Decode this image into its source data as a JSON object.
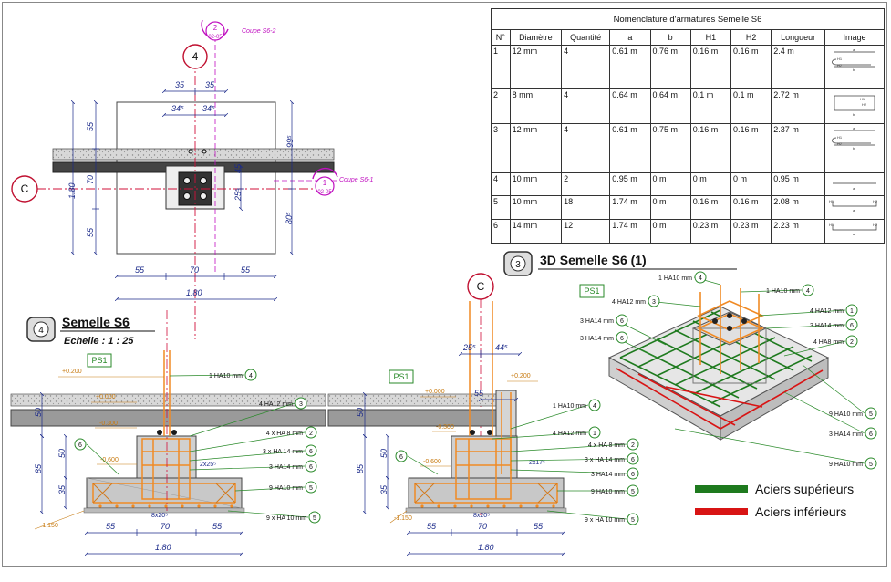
{
  "table": {
    "title": "Nomenclature d'armatures Semelle S6",
    "headers": [
      "N°",
      "Diamètre",
      "Quantité",
      "a",
      "b",
      "H1",
      "H2",
      "Longueur",
      "Image"
    ],
    "rows": [
      [
        "1",
        "12 mm",
        "4",
        "0.61 m",
        "0.76 m",
        "0.16 m",
        "0.16 m",
        "2.4 m"
      ],
      [
        "2",
        "8 mm",
        "4",
        "0.64 m",
        "0.64 m",
        "0.1 m",
        "0.1 m",
        "2.72 m"
      ],
      [
        "3",
        "12 mm",
        "4",
        "0.61 m",
        "0.75 m",
        "0.16 m",
        "0.16 m",
        "2.37 m"
      ],
      [
        "4",
        "10 mm",
        "2",
        "0.95 m",
        "0 m",
        "0 m",
        "0 m",
        "0.95 m"
      ],
      [
        "5",
        "10 mm",
        "18",
        "1.74 m",
        "0 m",
        "0.16 m",
        "0.16 m",
        "2.08 m"
      ],
      [
        "6",
        "14 mm",
        "12",
        "1.74 m",
        "0 m",
        "0.23 m",
        "0.23 m",
        "2.23 m"
      ]
    ],
    "img_labels": {
      "a": "a",
      "b": "b",
      "h1": "H1",
      "h2": "H2"
    }
  },
  "plan": {
    "axis_top": "4",
    "axis_left": "C",
    "section_top_num": "2",
    "section_top_ref": "02-05",
    "section_top_label": "Coupe S6-2",
    "section_right_num": "1",
    "section_right_ref": "02-05",
    "section_right_label": "Coupe S6-1",
    "dims": {
      "top_35a": "35",
      "top_35b": "35",
      "top_34a": "34⁵",
      "top_34b": "34⁵",
      "left_55a": "55",
      "left_70": "70",
      "left_55b": "55",
      "left_180": "1.80",
      "right_99": "99⁵",
      "right_45": "45",
      "right_25": "25⁵",
      "right_80": "80⁵",
      "bot_55a": "55",
      "bot_70": "70",
      "bot_55b": "55",
      "bot_180": "1.80"
    }
  },
  "section_left": {
    "badge": "4",
    "title": "Semelle S6",
    "scale": "Echelle : 1 : 25",
    "ps": "PS1",
    "level_200": "+0.200",
    "level_000": "+0.000",
    "level_300": "-0.300",
    "level_600": "-0.600",
    "level_1150": "-1.150",
    "callouts": [
      {
        "n": "4",
        "t": "1 HA10 mm"
      },
      {
        "n": "3",
        "t": "4 HA12 mm"
      },
      {
        "n": "2",
        "t": "4 x HA 8 mm"
      },
      {
        "n": "6",
        "t": "3 x HA 14 mm"
      },
      {
        "n": "6",
        "t": "3 HA14 mm"
      },
      {
        "n": "5",
        "t": "9 HA10 mm"
      },
      {
        "n": "5",
        "t": "9 x HA 10 mm"
      },
      {
        "n": "6",
        "t": ""
      }
    ],
    "spacing": "2x25⁵",
    "spacing_bot": "8x20⁵",
    "dims": {
      "v50": "50",
      "v50b": "50",
      "v85": "85",
      "v35": "35",
      "h55a": "55",
      "h70": "70",
      "h55b": "55",
      "h180": "1.80"
    }
  },
  "section_mid": {
    "axis": "C",
    "ps": "PS1",
    "level_200": "+0.200",
    "level_000": "+0.000",
    "level_300": "-0.300",
    "level_600": "-0.600",
    "level_1150": "-1.150",
    "top_25": "25⁵",
    "top_44": "44⁵",
    "dim_55": "55",
    "callouts": [
      {
        "n": "4",
        "t": "1 HA10 mm"
      },
      {
        "n": "1",
        "t": "4 HA12 mm"
      },
      {
        "n": "2",
        "t": "4 x HA 8 mm"
      },
      {
        "n": "6",
        "t": "3 x HA 14 mm"
      },
      {
        "n": "6",
        "t": "3 HA14 mm"
      },
      {
        "n": "5",
        "t": "9 HA10 mm"
      },
      {
        "n": "5",
        "t": "9 x HA 10 mm"
      },
      {
        "n": "6",
        "t": ""
      }
    ],
    "spacing": "2x17⁵",
    "spacing_bot": "8x20⁵",
    "dims": {
      "v50": "50",
      "v50b": "50",
      "v85": "85",
      "v35": "35",
      "h55a": "55",
      "h70": "70",
      "h55b": "55",
      "h180": "1.80"
    }
  },
  "view3d": {
    "badge": "3",
    "title": "3D Semelle S6 (1)",
    "ps": "PS1",
    "callouts_left": [
      {
        "n": "4",
        "t": "1 HA10 mm"
      },
      {
        "n": "3",
        "t": "4 HA12 mm"
      },
      {
        "n": "6",
        "t": "3 HA14 mm"
      },
      {
        "n": "6",
        "t": "3 HA14 mm"
      }
    ],
    "callouts_right": [
      {
        "n": "4",
        "t": "1 HA10 mm"
      },
      {
        "n": "1",
        "t": "4 HA12 mm"
      },
      {
        "n": "6",
        "t": "3 HA14 mm"
      },
      {
        "n": "2",
        "t": "4 HA8 mm"
      },
      {
        "n": "5",
        "t": "9 HA10 mm"
      },
      {
        "n": "6",
        "t": "3 HA14 mm"
      },
      {
        "n": "5",
        "t": "9 HA10 mm"
      }
    ]
  },
  "legend": {
    "sup": "Aciers supérieurs",
    "inf": "Aciers inférieurs",
    "sup_color": "#1e7a1e",
    "inf_color": "#d81414"
  },
  "colors": {
    "rebar": "#f08a24",
    "concrete": "#c8c8c8",
    "dim": "#1b2a8a",
    "axis": "#d0103a",
    "section": "#c010c0",
    "label_green": "#2a8a2a"
  }
}
